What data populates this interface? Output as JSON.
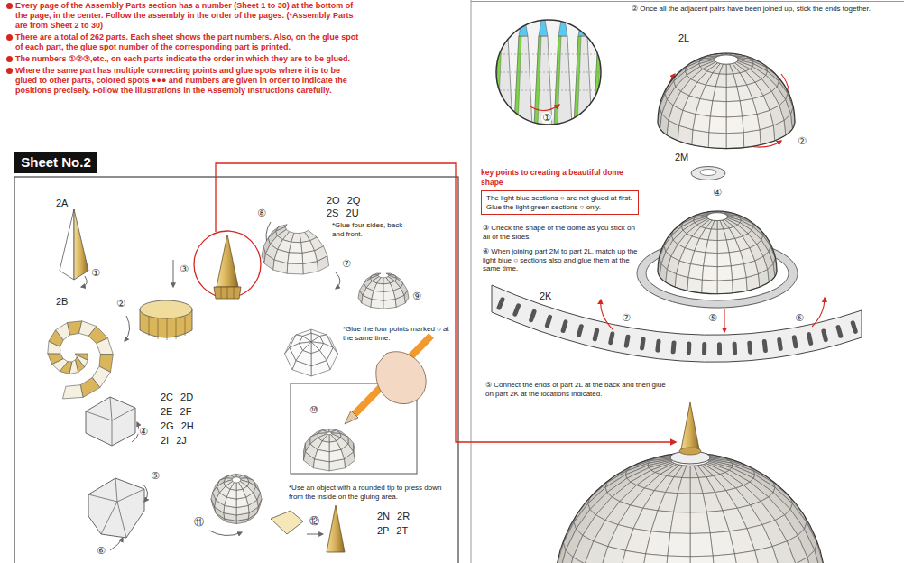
{
  "diagram": {
    "nodes": [
      {
        "text": [
          "Sheet No.2"
        ]
      },
      {
        "text": [
          "key points to creating a beautiful dome shape",
          "The light blue sections ○ are not glued at first. Glue the light green sections ○ only."
        ]
      }
    ],
    "labels": [
      "Every page of the Assembly Parts section has a number (Sheet 1 to 30) at the bottom of the page, in the center. Follow the assembly in the order of the pages. (*Assembly Parts are from Sheet 2 to 30)",
      "There are a total of 262 parts. Each sheet shows the part numbers. Also, on the glue spot of each part, the glue spot number of the corresponding part is printed.",
      "The numbers ①②③,etc., on each parts indicate the order in which they are to be glued.",
      "Where the same part has multiple connecting points and glue spots where it is to be glued to other parts, colored spots ●●● and numbers are given in order to indicate the positions precisely. Follow the illustrations in the Assembly Instructions carefully.",
      "2A",
      "①",
      "2B",
      "②",
      "③",
      "2O 2Q",
      "2S 2U",
      "*Glue four sides, back and front.",
      "⑧",
      "⑦",
      "⑨",
      "*Glue the four points marked ○ at the same time.",
      "⑩",
      "2C 2D",
      "2E 2F",
      "2G 2H",
      "2I 2J",
      "④",
      "⑤",
      "⑥",
      "⑪",
      "*Use an object with a rounded tip to press down from the inside on the gluing area.",
      "⑫",
      "2N 2R",
      "2P 2T",
      "② Once all the adjacent pairs have been joined up, stick the ends together.",
      "①",
      "2L",
      "②",
      "2M",
      "③ Check the shape of the dome as you stick on all of the sides.",
      "④ When joining part 2M to part 2L, match up the light blue ○ sections also and glue them at the same time.",
      "④",
      "2K",
      "⑦",
      "⑤",
      "⑥",
      "⑤ Connect the ends of part 2L at the back and then glue on part 2K at the locations indicated."
    ]
  }
}
